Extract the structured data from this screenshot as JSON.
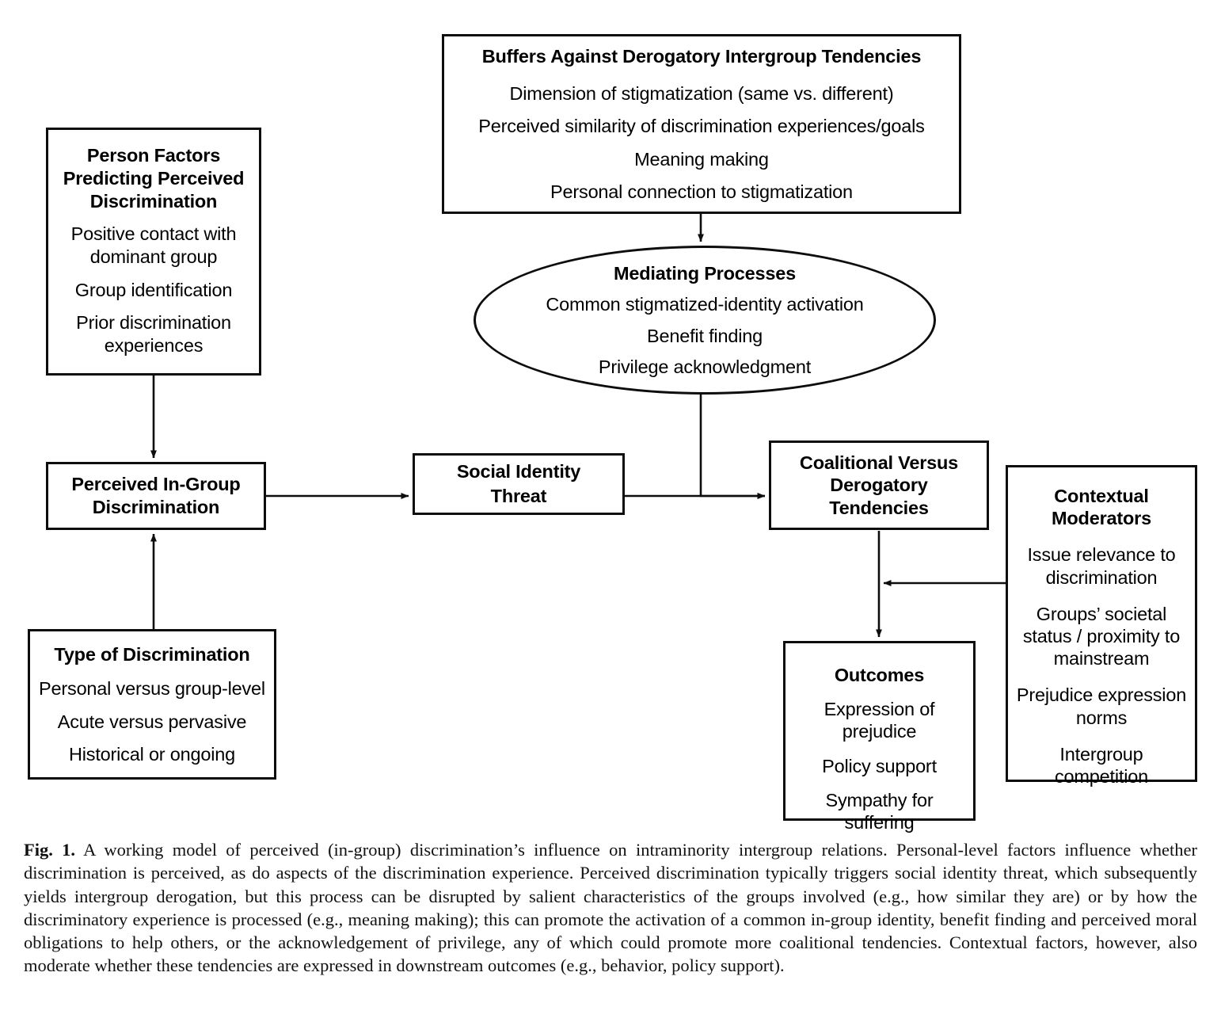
{
  "figure": {
    "nodes": {
      "person_factors": {
        "title": "Person Factors\nPredicting Perceived\nDiscrimination",
        "title_l1": "Person Factors",
        "title_l2": "Predicting Perceived",
        "title_l3": "Discrimination",
        "items": [
          "Positive contact with dominant group",
          "Group identification",
          "Prior discrimination experiences"
        ]
      },
      "buffers": {
        "title": "Buffers Against Derogatory Intergroup Tendencies",
        "items": [
          "Dimension of stigmatization (same vs. different)",
          "Perceived similarity of discrimination experiences/goals",
          "Meaning making",
          "Personal connection to stigmatization"
        ]
      },
      "mediating_processes": {
        "title": "Mediating Processes",
        "items": [
          "Common stigmatized-identity activation",
          "Benefit finding",
          "Privilege acknowledgment"
        ]
      },
      "perceived_discrimination": {
        "title_l1": "Perceived In-Group",
        "title_l2": "Discrimination"
      },
      "social_identity_threat": {
        "title_l1": "Social Identity",
        "title_l2": "Threat"
      },
      "coalitional": {
        "title_l1": "Coalitional Versus",
        "title_l2": "Derogatory",
        "title_l3": "Tendencies"
      },
      "outcomes": {
        "title": "Outcomes",
        "items": [
          "Expression of prejudice",
          "Policy support",
          "Sympathy for suffering"
        ]
      },
      "contextual_moderators": {
        "title_l1": "Contextual",
        "title_l2": "Moderators",
        "items": [
          "Issue relevance to discrimination",
          "Groups’ societal status / proximity to mainstream",
          "Prejudice expression norms",
          "Intergroup competition"
        ]
      },
      "type_of_discrimination": {
        "title": "Type of Discrimination",
        "items": [
          "Personal versus group-level",
          "Acute versus pervasive",
          "Historical or ongoing"
        ]
      }
    },
    "colors": {
      "stroke": "#0d0d0d",
      "background": "#ffffff",
      "text": "#000000"
    }
  },
  "caption": {
    "label": "Fig. 1.",
    "text": " A working model of perceived (in-group) discrimination’s influence on intraminority intergroup relations. Personal-level factors influence whether discrimination is perceived, as do aspects of the discrimination experience. Perceived discrimination typically triggers social identity threat, which subsequently yields intergroup derogation, but this process can be disrupted by salient characteristics of the groups involved (e.g., how similar they are) or by how the discriminatory experience is processed (e.g., meaning making); this can promote the activation of a common in-group identity, benefit finding and perceived moral obligations to help others, or the acknowledgement of privilege, any of which could promote more coalitional tendencies. Contextual factors, however, also moderate whether these tendencies are expressed in downstream outcomes (e.g., behavior, policy support)."
  }
}
